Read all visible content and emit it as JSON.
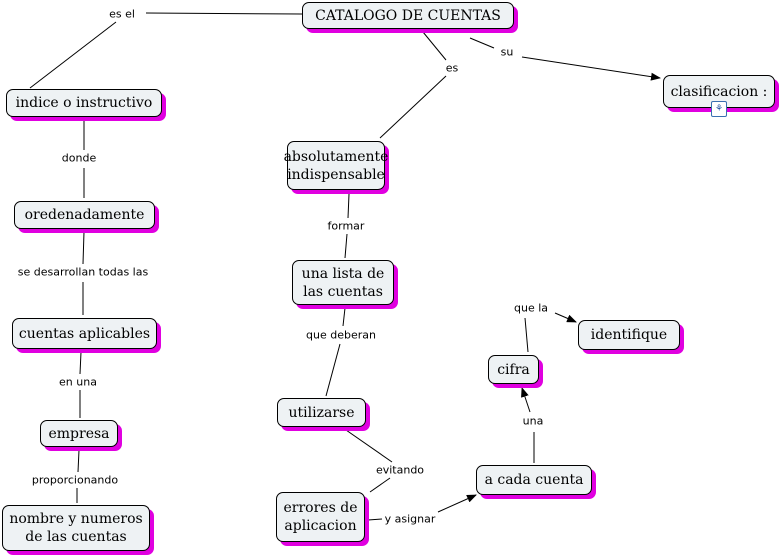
{
  "nodes": {
    "catalogo": "CATALOGO DE CUENTAS",
    "clasificacion": "clasificacion :",
    "indice": "indice o instructivo",
    "absolutamente": "absolutamente indispensable",
    "oredenadamente": "oredenadamente",
    "lista": "una lista de las cuentas",
    "cuentas_aplicables": "cuentas aplicables",
    "identifique": "identifique",
    "cifra": "cifra",
    "empresa": "empresa",
    "utilizarse": "utilizarse",
    "cada_cuenta": "a cada cuenta",
    "errores": "errores de aplicacion",
    "nombre": "nombre y numeros de las cuentas"
  },
  "links": {
    "es_el": "es el",
    "su": "su",
    "es": "es",
    "donde": "donde",
    "formar": "formar",
    "se_desarrollan": "se desarrollan todas las",
    "que_la": "que la",
    "que_deberan": "que deberan",
    "en_una": "en una",
    "una": "una",
    "evitando": "evitando",
    "proporcionando": "proporcionando",
    "y_asignar": "y asignar"
  },
  "icons": {
    "submap": "submap-icon"
  },
  "colors": {
    "node_fill": "#eef2f4",
    "shadow": "#e000e0"
  }
}
